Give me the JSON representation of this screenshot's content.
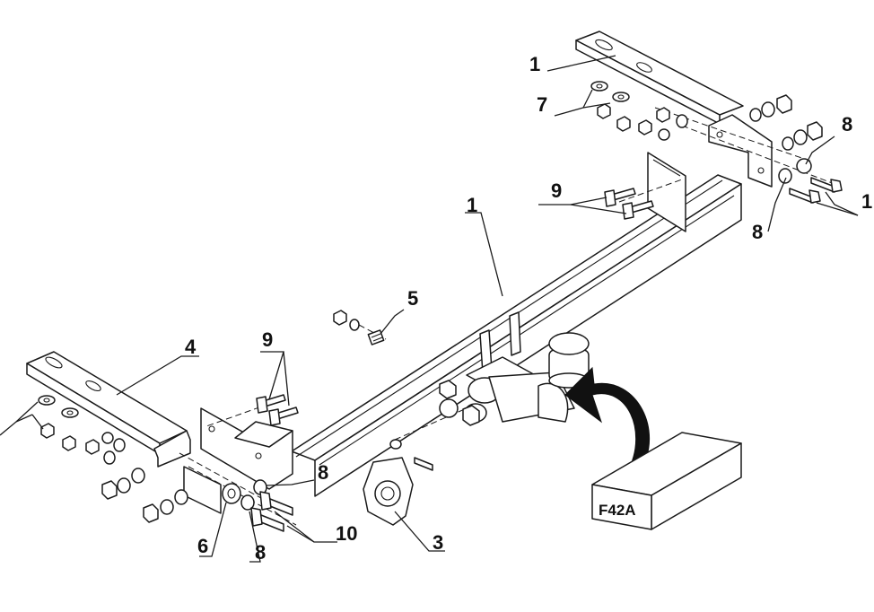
{
  "callouts": {
    "crossbar": "1",
    "bracket_right": "1",
    "bolt_right": "1",
    "socket_plate": "3",
    "bracket_left": "4",
    "spring_nut": "5",
    "spacer": "6",
    "washers_right": "7",
    "washer_top": "8",
    "washer_mid": "8",
    "washer_bottom": "8",
    "bolts_right": "9",
    "bolts_left": "9",
    "bolts_bottom": "10"
  },
  "kit_box": {
    "code": "F42A"
  }
}
